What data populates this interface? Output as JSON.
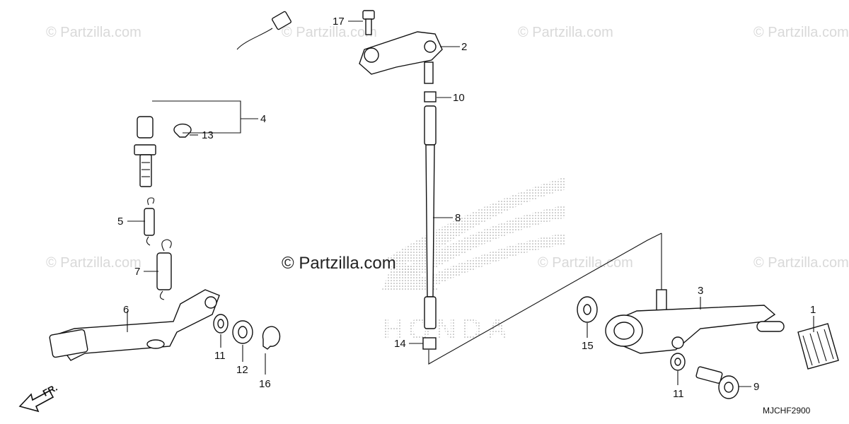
{
  "watermark": {
    "main": "© Partzilla.com",
    "repeat": "© Partzilla.com"
  },
  "callouts": [
    "1",
    "2",
    "3",
    "4",
    "5",
    "6",
    "7",
    "8",
    "9",
    "10",
    "11",
    "11",
    "12",
    "13",
    "14",
    "15",
    "16",
    "17"
  ],
  "direction_label": "FR.",
  "diagram_code": "MJCHF2900",
  "background_logo_text": "HONDA"
}
